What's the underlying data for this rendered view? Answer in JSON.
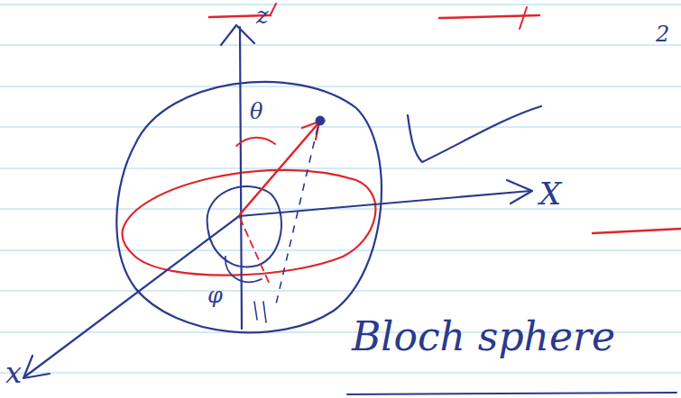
{
  "diagram": {
    "labels": [
      "z",
      "θ",
      "φ",
      "X",
      "x",
      "Bloch sphere",
      "2"
    ]
  }
}
